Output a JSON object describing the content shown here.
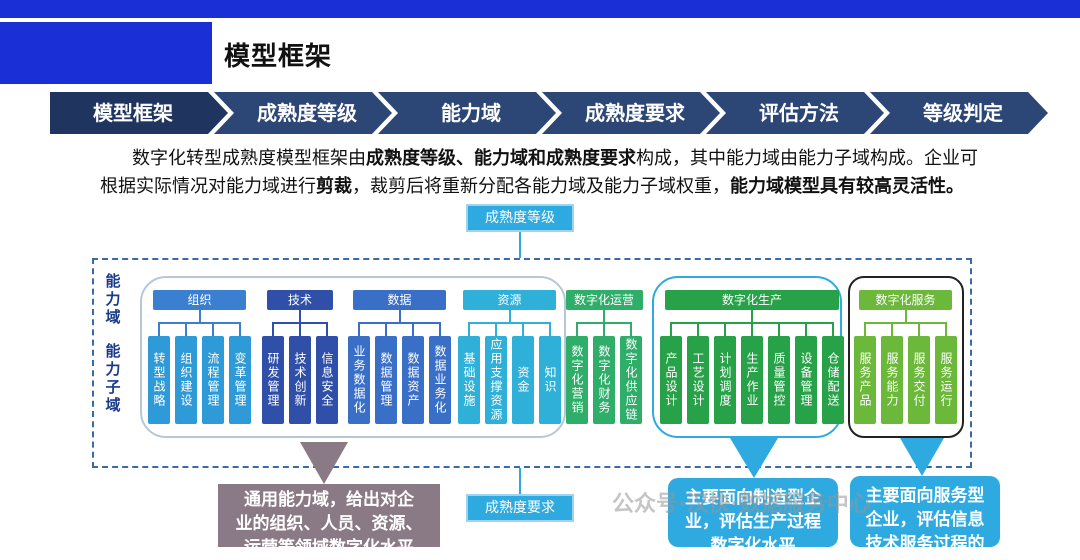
{
  "page": {
    "title": "模型框架"
  },
  "steps": [
    "模型框架",
    "成熟度等级",
    "能力域",
    "成熟度要求",
    "评估方法",
    "等级判定"
  ],
  "paragraph": {
    "p1": "数字化转型成熟度模型框架由",
    "b1": "成熟度等级、能力域和成熟度要求",
    "p2": "构成，其中能力域由能力子域构成。企业可根据实际情况对能力域进行",
    "b2": "剪裁",
    "p3": "，裁剪后将重新分配各能力域及能力子域权重，",
    "b3": "能力域模型具有较高灵活性。"
  },
  "diagram": {
    "top_tag": "成熟度等级",
    "bottom_tag": "成熟度要求",
    "label_domain": "能力域",
    "label_subdomain": "能力子域",
    "groups": [
      {
        "name": "组织",
        "items": [
          "转型战略",
          "组织建设",
          "流程管理",
          "变革管理"
        ]
      },
      {
        "name": "技术",
        "items": [
          "研发管理",
          "技术创新",
          "信息安全"
        ]
      },
      {
        "name": "数据",
        "items": [
          "业务数据化",
          "数据管理",
          "数据资产",
          "数据业务化"
        ]
      },
      {
        "name": "资源",
        "items": [
          "基础设施",
          "应用支撑资源",
          "资金",
          "知识"
        ]
      },
      {
        "name": "数字化运营",
        "items": [
          "数字化营销",
          "数字化财务",
          "数字化供应链"
        ]
      },
      {
        "name": "数字化生产",
        "items": [
          "产品设计",
          "工艺设计",
          "计划调度",
          "生产作业",
          "质量管控",
          "设备管理",
          "仓储配送"
        ]
      },
      {
        "name": "数字化服务",
        "items": [
          "服务产品",
          "服务能力",
          "服务交付",
          "服务运行"
        ]
      }
    ],
    "callouts": [
      {
        "lines": [
          "通用能力域，给出对企",
          "业的组织、人员、资源、",
          "运营等领域数字化水平"
        ]
      },
      {
        "lines": [
          "主要面向制造型企",
          "业，评估生产过程",
          "数字化水平"
        ]
      },
      {
        "lines": [
          "主要面向服务型",
          "企业，评估信息",
          "技术服务过程的"
        ]
      }
    ]
  },
  "watermark": "公众号·汉快·数据服务中心",
  "colors": {
    "brand_blue": "#1a2fd6",
    "arrow_dark": "#1f3560",
    "tag_blue": "#2eaae0"
  }
}
